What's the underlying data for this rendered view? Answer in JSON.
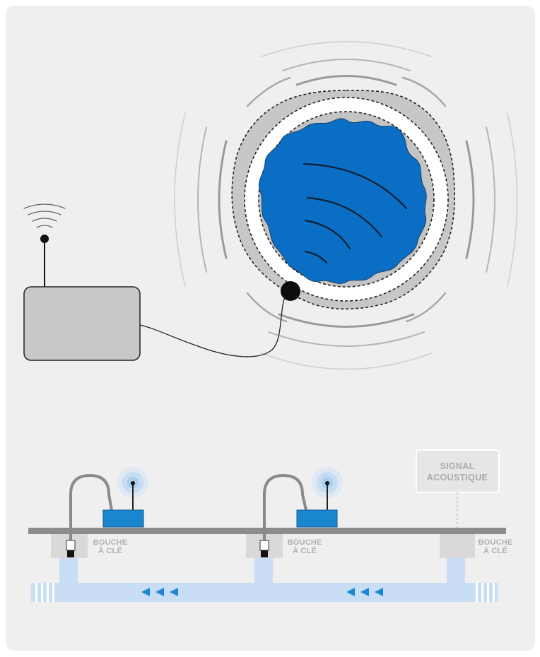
{
  "labels": {
    "valve_box_1_line1": "BOUCHE",
    "valve_box_1_line2": "À CLÉ",
    "valve_box_2_line1": "BOUCHE",
    "valve_box_2_line2": "À CLÉ",
    "valve_box_3_line1": "BOUCHE",
    "valve_box_3_line2": "À CLÉ",
    "signal_line1": "SIGNAL",
    "signal_line2": "ACOUSTIQUE"
  },
  "colors": {
    "background": "#efefef",
    "water_blue": "#0a6fc4",
    "pipe_light_blue": "#c9def5",
    "arrow_blue": "#1a8ad6",
    "logger_blue": "#1a86d0",
    "device_gray": "#c8c8c8",
    "ground_gray": "#8c8c8c"
  },
  "icons": {
    "wifi": "wifi-waves-icon",
    "flow_arrow": "triangle-left-icon",
    "sensor": "acoustic-sensor-icon"
  }
}
